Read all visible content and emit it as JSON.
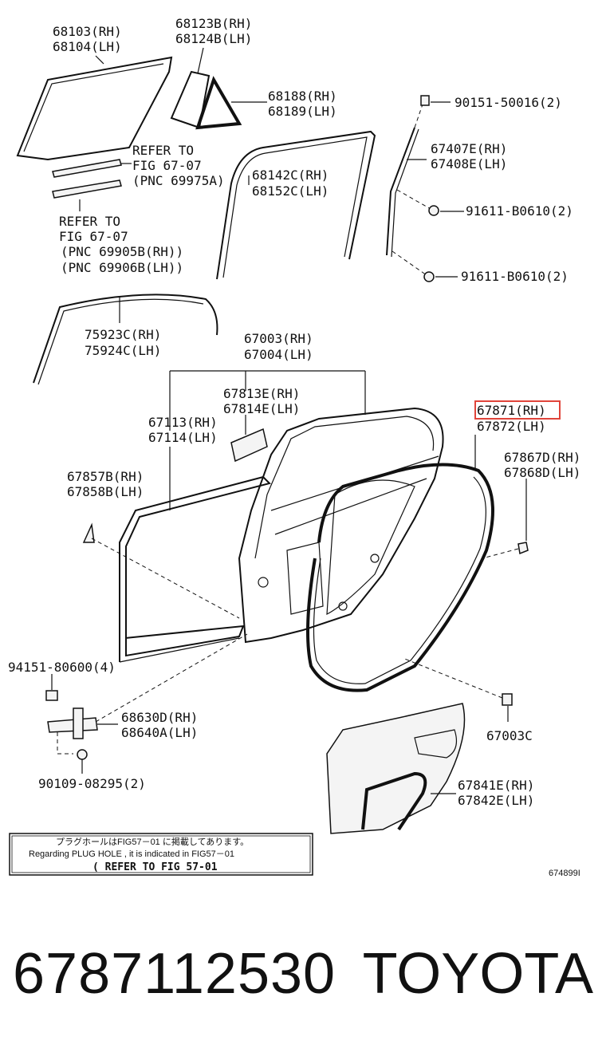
{
  "labels": {
    "l68103": "68103(RH)",
    "l68104": "68104(LH)",
    "l68123": "68123B(RH)",
    "l68124": "68124B(LH)",
    "l68188": "68188(RH)",
    "l68189": "68189(LH)",
    "l90151": "90151-50016(2)",
    "l67407": "67407E(RH)",
    "l67408": "67408E(LH)",
    "refer1_a": "REFER TO",
    "refer1_b": "FIG 67-07",
    "refer1_c": "(PNC 69975A)",
    "l68142": "68142C(RH)",
    "l68152": "68152C(LH)",
    "l91611a": "91611-B0610(2)",
    "refer2_a": "REFER TO",
    "refer2_b": "FIG 67-07",
    "refer2_c": "(PNC 69905B(RH))",
    "refer2_d": "(PNC 69906B(LH))",
    "l91611b": "91611-B0610(2)",
    "l75923": "75923C(RH)",
    "l75924": "75924C(LH)",
    "l67003": "67003(RH)",
    "l67004": "67004(LH)",
    "l67813": "67813E(RH)",
    "l67814": "67814E(LH)",
    "l67113": "67113(RH)",
    "l67114": "67114(LH)",
    "l67871": "67871(RH)",
    "l67872": "67872(LH)",
    "l67857": "67857B(RH)",
    "l67858": "67858B(LH)",
    "l67867": "67867D(RH)",
    "l67868": "67868D(LH)",
    "l94151": "94151-80600(4)",
    "l68630": "68630D(RH)",
    "l68640": "68640A(LH)",
    "l67003c": "67003C",
    "l67841": "67841E(RH)",
    "l67842": "67842E(LH)",
    "l90109": "90109-08295(2)"
  },
  "note": {
    "line_jp": "プラグホールはFIG57－01 に掲載してあります。",
    "line_en": "Regarding  PLUG HOLE , it is  indicated  in  FIG57－01",
    "line_ref": "( REFER  TO  FIG  57-01"
  },
  "figure_id": "674899I",
  "footer": {
    "part_number": "6787112530",
    "brand": "TOYOTA"
  },
  "colors": {
    "highlight": "#e0443a",
    "ink": "#111111"
  }
}
